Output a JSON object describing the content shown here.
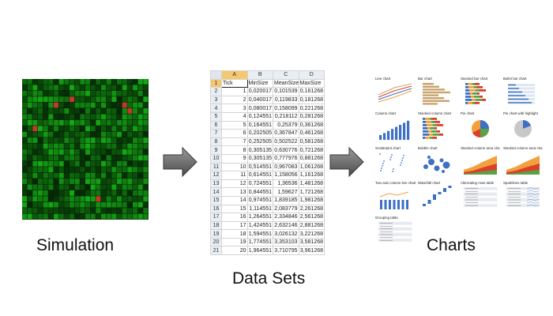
{
  "captions": {
    "simulation": "Simulation",
    "data_sets": "Data Sets",
    "charts": "Charts"
  },
  "simulation": {
    "cells": 24,
    "seed": 7,
    "highlight_color": "#c0392b",
    "dark_green": "#0b3d0b",
    "bright_green": "#1fa11f"
  },
  "spreadsheet": {
    "column_letters": [
      "A",
      "B",
      "C",
      "D"
    ],
    "headers": [
      "Tick",
      "MinSize",
      "MeanSize",
      "MaxSize"
    ],
    "row_numbers": [
      "1",
      "2",
      "3",
      "4",
      "5",
      "6",
      "7",
      "8",
      "9",
      "10",
      "11",
      "12",
      "13",
      "14",
      "15",
      "16",
      "17",
      "18",
      "19",
      "20",
      "21"
    ],
    "rows": [
      [
        "1",
        "0,020017",
        "0,101539",
        "0,161268"
      ],
      [
        "2",
        "0,040017",
        "0,119833",
        "0,181268"
      ],
      [
        "3",
        "0,080017",
        "0,158099",
        "0,221268"
      ],
      [
        "4",
        "0,124551",
        "0,218112",
        "0,281268"
      ],
      [
        "5",
        "0,164551",
        "0,25379",
        "0,361268"
      ],
      [
        "6",
        "0,202505",
        "0,367847",
        "0,461268"
      ],
      [
        "7",
        "0,252505",
        "0,502522",
        "0,581268"
      ],
      [
        "8",
        "0,305135",
        "0,630776",
        "0,721268"
      ],
      [
        "9",
        "0,305135",
        "0,777976",
        "0,881268"
      ],
      [
        "10",
        "0,514551",
        "0,967083",
        "1,061268"
      ],
      [
        "11",
        "0,614551",
        "1,158056",
        "1,161268"
      ],
      [
        "12",
        "0,724551",
        "1,36536",
        "1,481268"
      ],
      [
        "13",
        "0,844551",
        "1,59627",
        "1,721268"
      ],
      [
        "14",
        "0,974551",
        "1,839185",
        "1,981268"
      ],
      [
        "15",
        "1,114551",
        "2,083779",
        "2,261268"
      ],
      [
        "16",
        "1,264551",
        "2,334846",
        "2,561268"
      ],
      [
        "17",
        "1,424551",
        "2,632146",
        "2,881268"
      ],
      [
        "18",
        "1,594551",
        "3,026132",
        "3,221268"
      ],
      [
        "19",
        "1,774551",
        "3,353103",
        "3,581268"
      ],
      [
        "20",
        "1,964551",
        "3,710795",
        "3,961268"
      ]
    ]
  },
  "chart_gallery": [
    {
      "title": "Line chart",
      "kind": "line"
    },
    {
      "title": "Bar chart",
      "kind": "hbar"
    },
    {
      "title": "Stacked bar chart",
      "kind": "stackedbar"
    },
    {
      "title": "Bullet bar chart",
      "kind": "bullet"
    },
    {
      "title": "Column chart",
      "kind": "column"
    },
    {
      "title": "Stacked column chart",
      "kind": "stackedbar2"
    },
    {
      "title": "Pie chart",
      "kind": "pie"
    },
    {
      "title": "Pie chart with highlight",
      "kind": "pie2"
    },
    {
      "title": "Scatterplot chart",
      "kind": "scatter"
    },
    {
      "title": "Bubble chart",
      "kind": "bubble"
    },
    {
      "title": "Stacked column area cha",
      "kind": "area"
    },
    {
      "title": "Stacked column area cha",
      "kind": "area2"
    },
    {
      "title": "Two axis column line chart",
      "kind": "twoaxis"
    },
    {
      "title": "Waterfall chart",
      "kind": "waterfall"
    },
    {
      "title": "Alternating rows table",
      "kind": "table"
    },
    {
      "title": "Sparklines table",
      "kind": "sparktable"
    },
    {
      "title": "Grouping table",
      "kind": "table2"
    }
  ],
  "colors": {
    "arrow_fill": "#6e6e6e",
    "chart_blue": "#3d6fc5",
    "chart_red": "#d9412b",
    "chart_orange": "#f2a03d",
    "chart_green": "#5aa245",
    "chart_tan": "#c8a36b"
  }
}
